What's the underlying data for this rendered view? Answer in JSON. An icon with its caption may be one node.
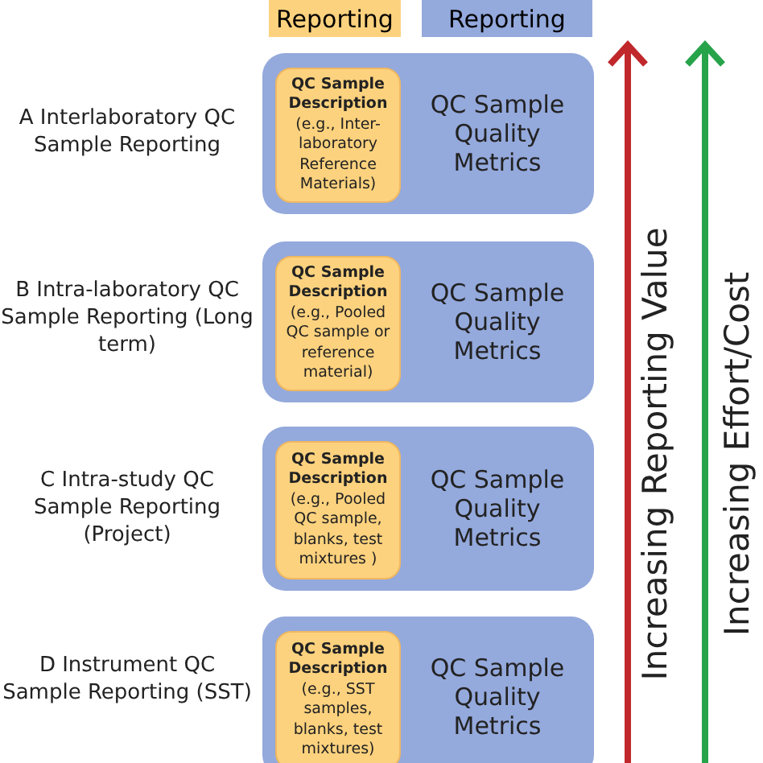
{
  "diagram": {
    "nodes": [
      {
        "text": [
          "Reporting"
        ]
      },
      {
        "text": [
          "Reporting"
        ]
      },
      {
        "text": [
          "QC Sample Quality Metrics"
        ]
      },
      {
        "text": [
          "QC Sample Description",
          "(e.g., Inter-laboratory Reference Materials)"
        ],
        "in": 2
      },
      {
        "text": [
          "QC Sample Quality Metrics"
        ]
      },
      {
        "text": [
          "QC Sample Description",
          "(e.g., Pooled QC sample or reference material)"
        ],
        "in": 4
      },
      {
        "text": [
          "QC Sample Quality Metrics"
        ]
      },
      {
        "text": [
          "QC Sample Description",
          "(e.g., Pooled QC sample, blanks, test mixtures )"
        ],
        "in": 6
      },
      {
        "text": [
          "QC Sample Quality Metrics"
        ]
      },
      {
        "text": [
          "QC Sample Description",
          "(e.g., SST samples, blanks, test mixtures)"
        ],
        "in": 8
      }
    ],
    "labels": [
      "A Interlaboratory QC Sample Reporting",
      "B Intra-laboratory QC Sample Reporting (Long term)",
      "C Intra-study QC Sample Reporting (Project)",
      "D Instrument QC Sample Reporting (SST)",
      "Increasing Reporting Value",
      "Increasing Effort/Cost"
    ]
  }
}
